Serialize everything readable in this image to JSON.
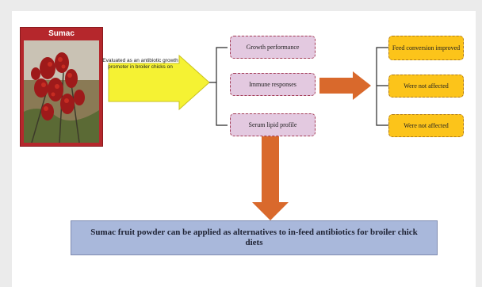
{
  "photo": {
    "title": "Sumac"
  },
  "evaluated_text": "Evaluated as an antibiotic growth promoter in broiler chicks on",
  "parameters": [
    {
      "label": "Growth performance"
    },
    {
      "label": "Immune responses"
    },
    {
      "label": "Serum lipid profile"
    }
  ],
  "outcomes": [
    {
      "label": "Feed conversion improved"
    },
    {
      "label": "Were not affected"
    },
    {
      "label": "Were not affected"
    }
  ],
  "conclusion": "Sumac fruit powder can be applied as alternatives to in-feed antibiotics for broiler chick diets",
  "colors": {
    "photo_frame": "#b5272c",
    "yellow_arrow": "#f5f233",
    "orange_arrow": "#d9692c",
    "parameter_box": "#e3c9e0",
    "outcome_box": "#fcc41a",
    "conclusion_box": "#a9b8db"
  }
}
